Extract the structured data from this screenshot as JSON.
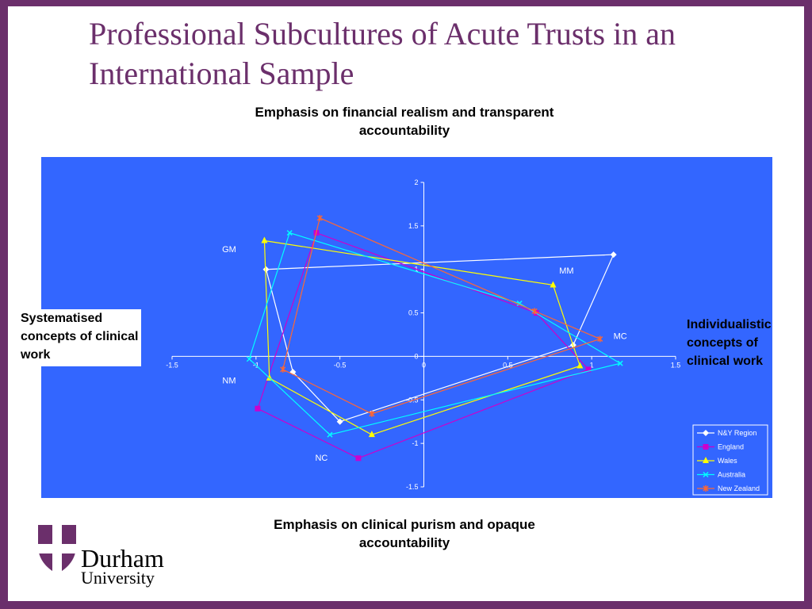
{
  "slide": {
    "title": "Professional Subcultures of Acute Trusts in an International Sample",
    "top_caption": "Emphasis on financial realism and transparent accountability",
    "bottom_caption": "Emphasis on clinical purism and opaque accountability",
    "left_caption": "Systematised concepts of clinical work",
    "right_caption": "Individualistic concepts of clinical work"
  },
  "logo": {
    "line1": "Durham",
    "line2": "University",
    "color": "#6b2f6b"
  },
  "colors": {
    "plot_background": "#3366ff",
    "axis": "#ffffff"
  },
  "chart_data": {
    "type": "line",
    "xlim": [
      -1.5,
      1.5
    ],
    "ylim": [
      -1.5,
      2
    ],
    "x_ticks": [
      "-1.5",
      "-1",
      "-0.5",
      "0",
      "0.5",
      "1",
      "1.5"
    ],
    "y_ticks": [
      "2",
      "1.5",
      "1",
      "0.5",
      "0",
      "-0.5",
      "-1",
      "-1.5"
    ],
    "legend_position": "bottom-right",
    "annotations": [
      {
        "text": "GM",
        "x": -1.16,
        "y": 1.2
      },
      {
        "text": "MM",
        "x": 0.85,
        "y": 0.95
      },
      {
        "text": "MC",
        "x": 1.17,
        "y": 0.2
      },
      {
        "text": "NM",
        "x": -1.16,
        "y": -0.31
      },
      {
        "text": "NC",
        "x": -0.61,
        "y": -1.2
      }
    ],
    "series": [
      {
        "name": "N&Y Region",
        "color": "#ffffff",
        "marker": "diamond",
        "points": [
          [
            -0.94,
            1.0
          ],
          [
            1.13,
            1.17
          ],
          [
            0.89,
            0.13
          ],
          [
            -0.5,
            -0.75
          ],
          [
            -0.78,
            -0.18
          ],
          [
            -0.94,
            1.0
          ]
        ]
      },
      {
        "name": "England",
        "color": "#cc00cc",
        "marker": "square",
        "points": [
          [
            -0.64,
            1.42
          ],
          [
            0.67,
            0.5
          ],
          [
            0.98,
            -0.15
          ],
          [
            -0.39,
            -1.17
          ],
          [
            -0.99,
            -0.6
          ],
          [
            -0.64,
            1.42
          ]
        ]
      },
      {
        "name": "Wales",
        "color": "#ffff00",
        "marker": "triangle",
        "points": [
          [
            -0.95,
            1.33
          ],
          [
            0.77,
            0.82
          ],
          [
            0.93,
            -0.11
          ],
          [
            -0.31,
            -0.9
          ],
          [
            -0.92,
            -0.25
          ],
          [
            -0.95,
            1.33
          ]
        ]
      },
      {
        "name": "Australia",
        "color": "#00ffff",
        "marker": "x",
        "points": [
          [
            -0.8,
            1.42
          ],
          [
            0.57,
            0.61
          ],
          [
            1.17,
            -0.08
          ],
          [
            -0.56,
            -0.9
          ],
          [
            -1.04,
            -0.03
          ],
          [
            -0.8,
            1.42
          ]
        ]
      },
      {
        "name": "New Zealand",
        "color": "#ff6633",
        "marker": "star",
        "points": [
          [
            -0.62,
            1.59
          ],
          [
            0.66,
            0.52
          ],
          [
            1.05,
            0.2
          ],
          [
            -0.31,
            -0.66
          ],
          [
            -0.84,
            -0.15
          ],
          [
            -0.62,
            1.59
          ]
        ]
      }
    ]
  }
}
